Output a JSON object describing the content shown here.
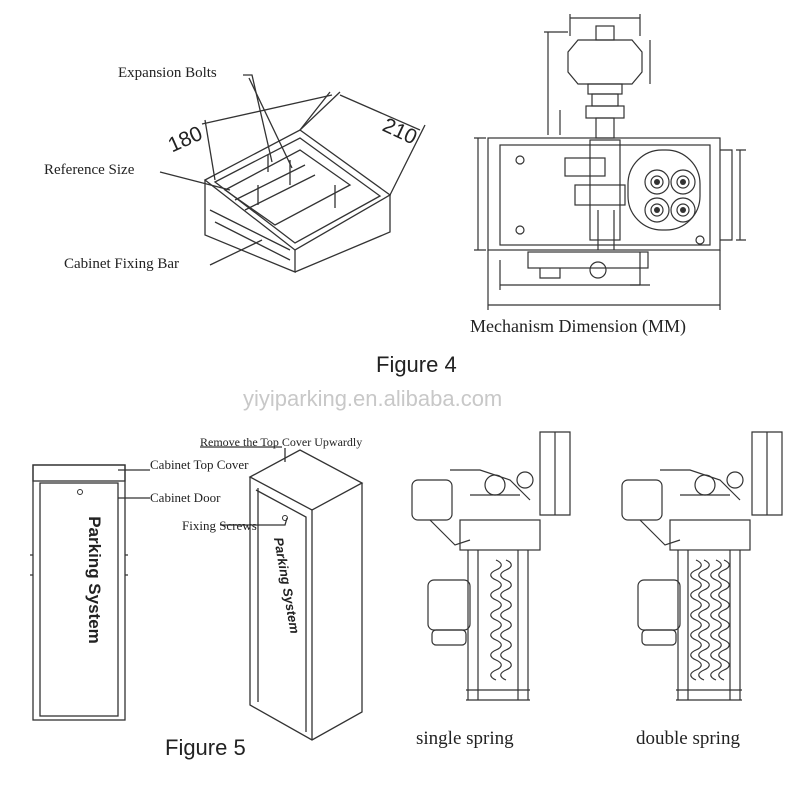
{
  "figure4": {
    "caption": "Figure 4",
    "cabinet_base": {
      "expansion_bolts": "Expansion Bolts",
      "reference_size": "Reference Size",
      "cabinet_fixing_bar": "Cabinet Fixing Bar",
      "dim_180": "180",
      "dim_210": "210"
    },
    "mechanism": {
      "caption": "Mechanism Dimension (MM)"
    }
  },
  "watermark": "yiyiparking.en.alibaba.com",
  "figure5": {
    "caption": "Figure 5",
    "cabinet_front": {
      "top_cover": "Cabinet Top Cover",
      "door": "Cabinet Door",
      "body_text": "Parking System"
    },
    "cabinet_iso": {
      "remove_top_cover": "Remove the Top Cover Upwardly",
      "fixing_screws": "Fixing Screws",
      "body_text": "Parking System"
    },
    "single_spring": "single spring",
    "double_spring": "double spring"
  },
  "colors": {
    "line": "#333333",
    "watermark": "#c8c8c8"
  }
}
